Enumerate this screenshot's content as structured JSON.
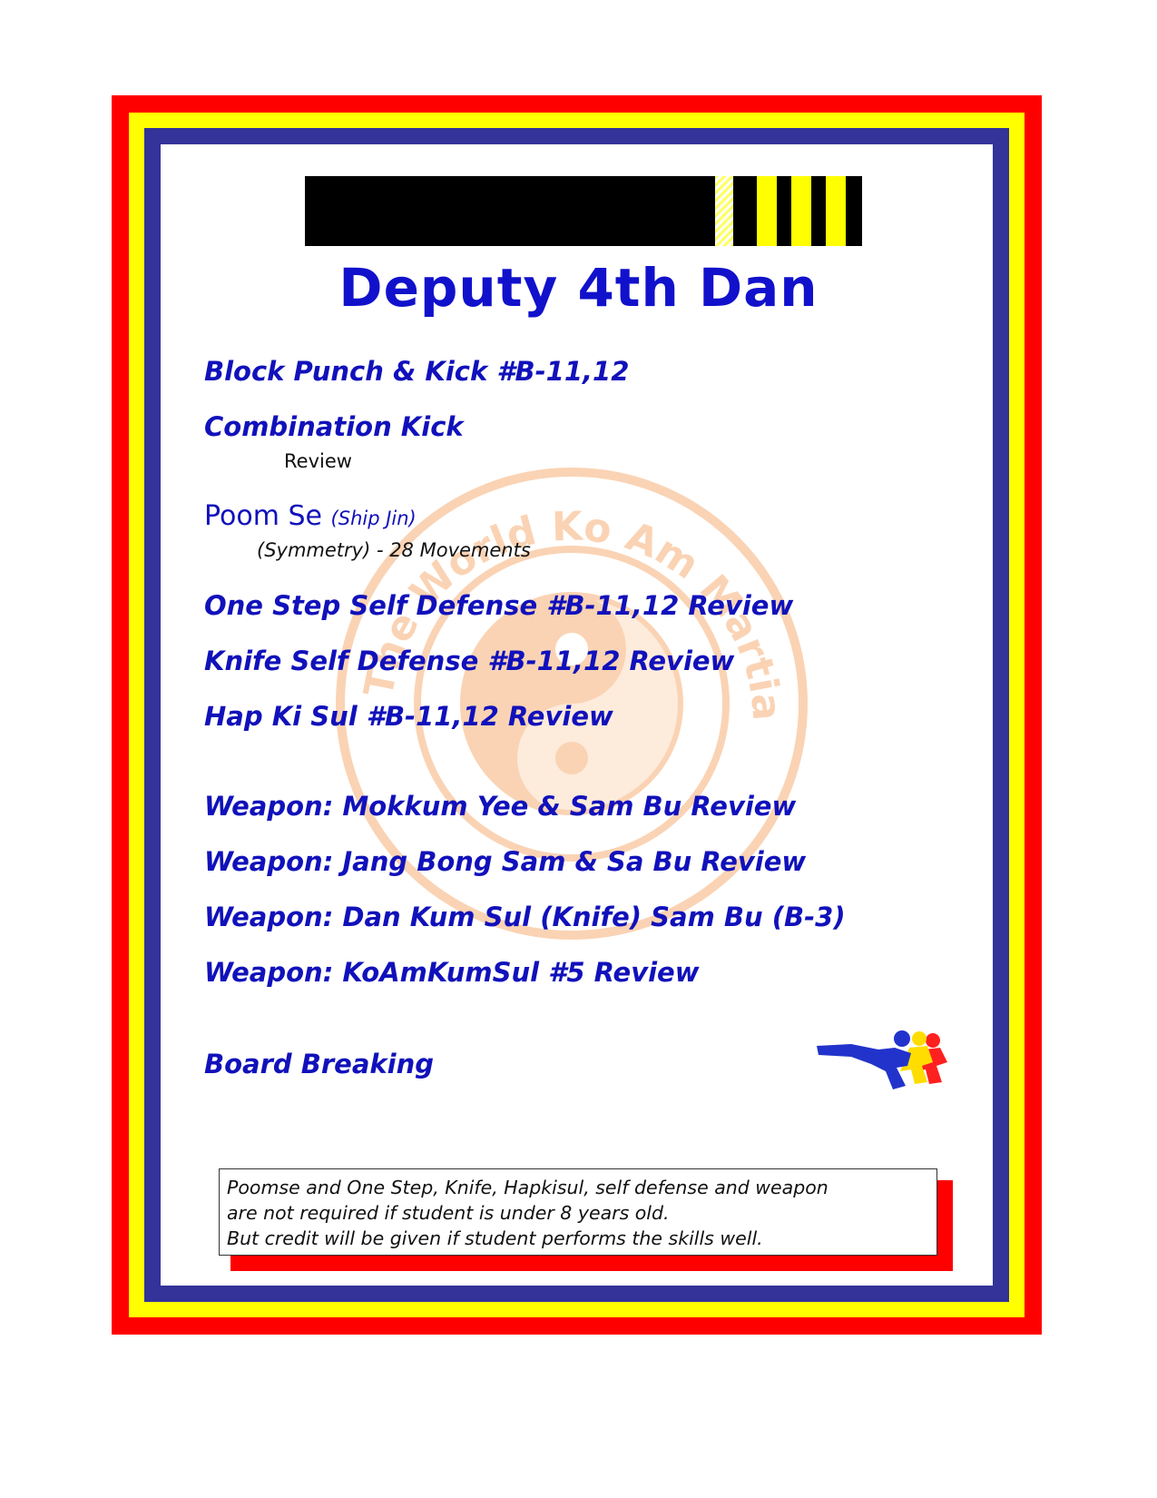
{
  "colors": {
    "frame_outer": "#ff0000",
    "frame_middle": "#ffff00",
    "frame_inner": "#333399",
    "heading_blue": "#1111cc",
    "belt_black": "#000000",
    "belt_stripe": "#ffff00",
    "watermark": "#f6a05a"
  },
  "seal": {
    "text_top": "The World Ko Am Martial Arts Federation"
  },
  "belt": {
    "stripes": 4
  },
  "header": {
    "title": "Deputy 4th Dan"
  },
  "requirements": {
    "block_punch_kick": "Block Punch & Kick #B-11,12",
    "combination_kick": "Combination Kick",
    "combination_kick_note": "Review",
    "poomse_name": "Poom Se",
    "poomse_form": "(Ship Jin)",
    "poomse_detail": "(Symmetry) - 28 Movements",
    "one_step": "One Step Self Defense #B-11,12 Review",
    "knife_defense": "Knife Self Defense #B-11,12 Review",
    "hapkisul": "Hap Ki Sul #B-11,12 Review",
    "weapon_1": "Weapon: Mokkum Yee & Sam Bu Review",
    "weapon_2": "Weapon: Jang Bong Sam & Sa Bu Review",
    "weapon_3": "Weapon: Dan Kum Sul (Knife) Sam Bu (B-3)",
    "weapon_4": "Weapon: KoAmKumSul #5 Review",
    "board_breaking": "Board Breaking"
  },
  "notice": {
    "line_1": "Poomse and One Step, Knife, Hapkisul, self defense and weapon",
    "line_2": "are not required if student is under 8 years old.",
    "line_3": "But credit will be given if student performs the skills well."
  }
}
